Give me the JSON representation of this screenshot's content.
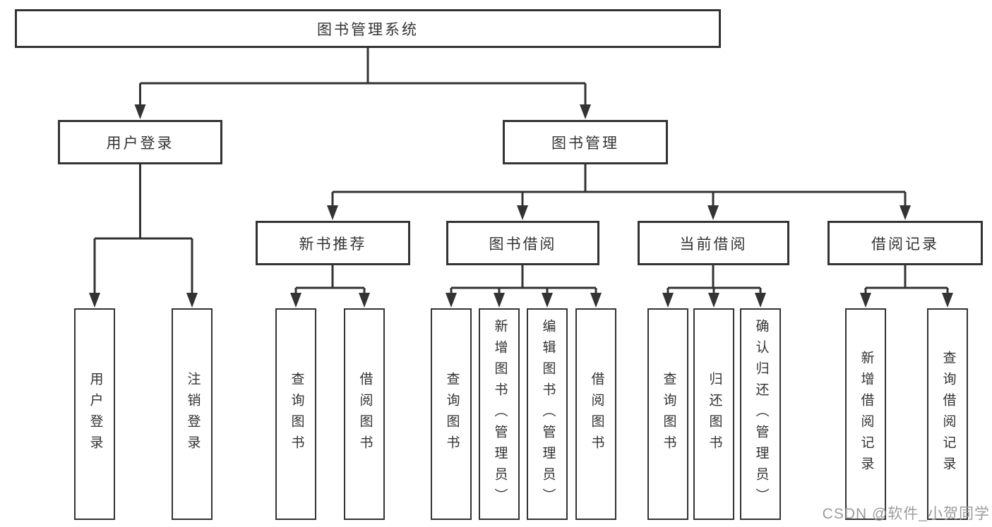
{
  "diagram": {
    "type": "tree",
    "title": "图书管理系统",
    "root": {
      "label": "图书管理系统"
    },
    "level2": [
      {
        "label": "用户登录",
        "parent": "图书管理系统"
      },
      {
        "label": "图书管理",
        "parent": "图书管理系统"
      }
    ],
    "level3": [
      {
        "label": "新书推荐",
        "parent": "图书管理"
      },
      {
        "label": "图书借阅",
        "parent": "图书管理"
      },
      {
        "label": "当前借阅",
        "parent": "图书管理"
      },
      {
        "label": "借阅记录",
        "parent": "图书管理"
      }
    ],
    "leaves": [
      {
        "label": "用户登录",
        "parent": "用户登录"
      },
      {
        "label": "注销登录",
        "parent": "用户登录"
      },
      {
        "label": "查询图书",
        "parent": "新书推荐"
      },
      {
        "label": "借阅图书",
        "parent": "新书推荐"
      },
      {
        "label": "查询图书",
        "parent": "图书借阅"
      },
      {
        "label": "新增图书（管理员）",
        "parent": "图书借阅"
      },
      {
        "label": "编辑图书（管理员）",
        "parent": "图书借阅"
      },
      {
        "label": "借阅图书",
        "parent": "图书借阅"
      },
      {
        "label": "查询图书",
        "parent": "当前借阅"
      },
      {
        "label": "归还图书",
        "parent": "当前借阅"
      },
      {
        "label": "确认归还（管理员）",
        "parent": "当前借阅"
      },
      {
        "label": "新增借阅记录",
        "parent": "借阅记录"
      },
      {
        "label": "查询借阅记录",
        "parent": "借阅记录"
      }
    ],
    "colors": {
      "line": "#333333",
      "box_border": "#333333",
      "text": "#333333",
      "background": "#ffffff",
      "watermark": "#9c9c9c"
    },
    "watermark": "CSDN @软件_小贺同学"
  }
}
